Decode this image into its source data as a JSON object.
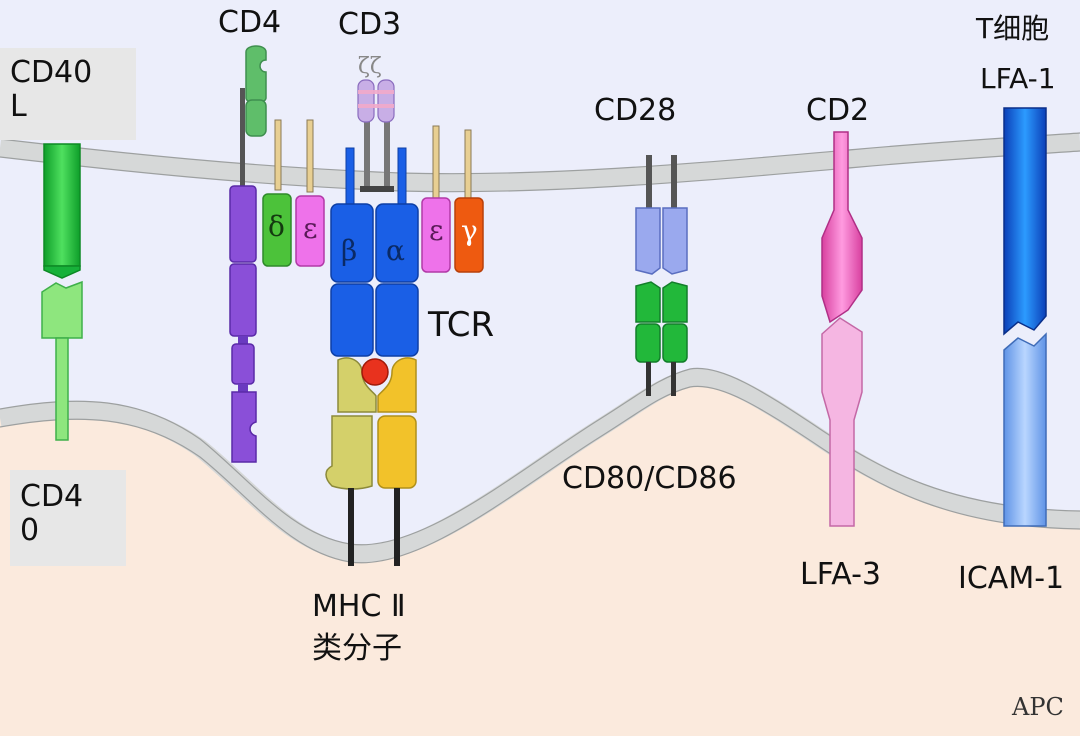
{
  "labels": {
    "cd40l_line1": "CD40",
    "cd40l_line2": "L",
    "cd40_line1": "CD4",
    "cd40_line2": "0",
    "cd4": "CD4",
    "cd3": "CD3",
    "zeta": "ζζ",
    "delta": "δ",
    "epsilon_left": "ε",
    "beta": "β",
    "alpha": "α",
    "epsilon_right": "ε",
    "gamma": "γ",
    "tcr": "TCR",
    "cd28": "CD28",
    "cd2": "CD2",
    "t_cell": "T细胞",
    "lfa1": "LFA-1",
    "cd80_cd86": "CD80/CD86",
    "lfa3": "LFA-3",
    "icam1": "ICAM-1",
    "mhc_line1": "MHC Ⅱ",
    "mhc_line2": "类分子",
    "apc": "APC"
  },
  "colors": {
    "t_cell_region": "#eceefb",
    "apc_region": "#fbeadd",
    "membrane": "#d6d8d8",
    "cd40l": "#1fbf3a",
    "cd40": "#8ee67e",
    "cd4": "#8a4fd8",
    "delta": "#4cc23a",
    "epsilon": "#ee72ea",
    "gamma": "#ee5a10",
    "tcr": "#1a5fe6",
    "mhc_left": "#d4d06a",
    "mhc_right": "#f2c22a",
    "peptide": "#e8321e",
    "cd28": "#9aa9ee",
    "cd80_cd86": "#22b83a",
    "cd2": "#f06ac8",
    "lfa3": "#f5b6e2",
    "lfa1": "#1e7ef0",
    "icam1": "#86b6f6"
  }
}
